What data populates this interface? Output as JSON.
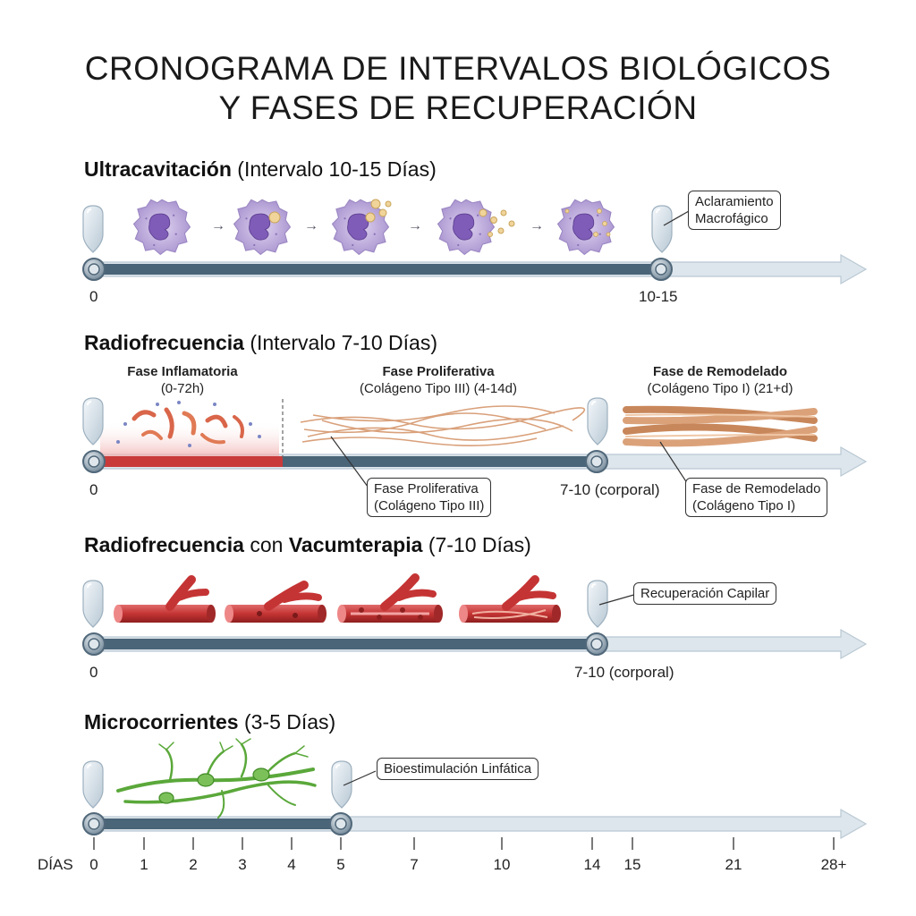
{
  "title": {
    "line1": "CRONOGRAMA DE INTERVALOS BIOLÓGICOS",
    "line2": "Y FASES DE RECUPERACIÓN"
  },
  "sections": [
    {
      "name": "Ultracavitación",
      "detail": "(Intervalo 10-15 Días)",
      "start_label": "0",
      "end_label": "10-15",
      "callout": {
        "line1": "Aclaramiento",
        "line2": "Macrofágico"
      }
    },
    {
      "name": "Radiofrecuencia",
      "detail": "(Intervalo 7-10 Días)",
      "start_label": "0",
      "end_label": "7-10 (corporal)",
      "phases": [
        {
          "name": "Fase Inflamatoria",
          "detail": "(0-72h)"
        },
        {
          "name": "Fase Proliferativa",
          "detail": "(Colágeno Tipo III) (4-14d)"
        },
        {
          "name": "Fase de Remodelado",
          "detail": "(Colágeno Tipo I) (21+d)"
        }
      ],
      "callouts": [
        {
          "line1": "Fase Proliferativa",
          "line2": "(Colágeno Tipo III)"
        },
        {
          "line1": "Fase de Remodelado",
          "line2": "(Colágeno Tipo I)"
        }
      ]
    },
    {
      "name": "Radiofrecuencia",
      "connector": "con",
      "name2": "Vacumterapia",
      "detail": "(7-10 Días)",
      "start_label": "0",
      "end_label": "7-10 (corporal)",
      "callout": {
        "line1": "Recuperación Capilar"
      }
    },
    {
      "name": "Microcorrientes",
      "detail": "(3-5 Días)",
      "callout": {
        "line1": "Bioestimulación Linfática"
      }
    }
  ],
  "axis": {
    "label": "DÍAS",
    "ticks": [
      "0",
      "1",
      "2",
      "3",
      "4",
      "5",
      "7",
      "10",
      "14",
      "15",
      "21",
      "28+"
    ]
  },
  "colors": {
    "bar": "#4a6478",
    "arrow": "#dde6ec",
    "inflammation": "#c93b3b",
    "cell": "#b9a6d9",
    "nucleus": "#7a55b0",
    "vessel": "#cc3b3b",
    "lymph": "#5aa83a",
    "collagen": "#d69a6c"
  }
}
